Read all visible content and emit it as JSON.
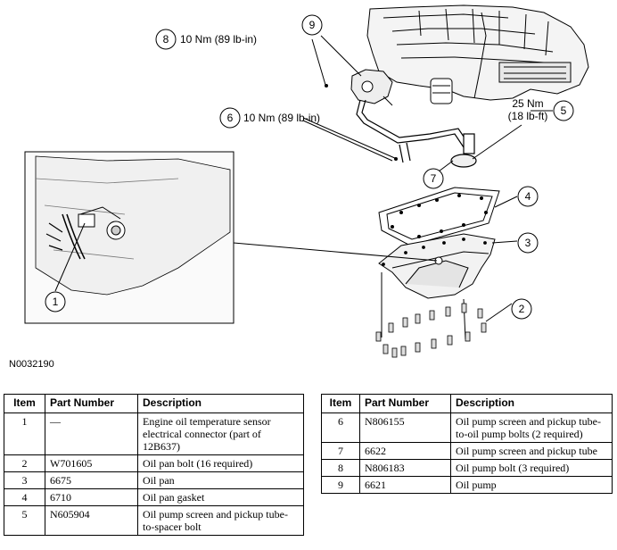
{
  "figure": {
    "figure_id": "N0032190",
    "callouts": [
      {
        "num": "1"
      },
      {
        "num": "2"
      },
      {
        "num": "3"
      },
      {
        "num": "4"
      },
      {
        "num": "5",
        "torque_line1": "25 Nm",
        "torque_line2": "(18 lb-ft)"
      },
      {
        "num": "6",
        "torque": "10 Nm (89 lb-in)"
      },
      {
        "num": "7"
      },
      {
        "num": "8",
        "torque": "10 Nm (89 lb-in)"
      },
      {
        "num": "9"
      }
    ]
  },
  "table": {
    "headers": {
      "item": "Item",
      "part_number": "Part Number",
      "description": "Description"
    },
    "left_rows": [
      {
        "item": "1",
        "part_number": "—",
        "description": "Engine oil temperature sensor electrical connector (part of 12B637)"
      },
      {
        "item": "2",
        "part_number": "W701605",
        "description": "Oil pan bolt (16 required)"
      },
      {
        "item": "3",
        "part_number": "6675",
        "description": "Oil pan"
      },
      {
        "item": "4",
        "part_number": "6710",
        "description": "Oil pan gasket"
      },
      {
        "item": "5",
        "part_number": "N605904",
        "description": "Oil pump screen and pickup tube-to-spacer bolt"
      }
    ],
    "right_rows": [
      {
        "item": "6",
        "part_number": "N806155",
        "description": "Oil pump screen and pickup tube-to-oil pump bolts (2 required)"
      },
      {
        "item": "7",
        "part_number": "6622",
        "description": "Oil pump screen and pickup tube"
      },
      {
        "item": "8",
        "part_number": "N806183",
        "description": "Oil pump bolt (3 required)"
      },
      {
        "item": "9",
        "part_number": "6621",
        "description": "Oil pump"
      }
    ]
  }
}
